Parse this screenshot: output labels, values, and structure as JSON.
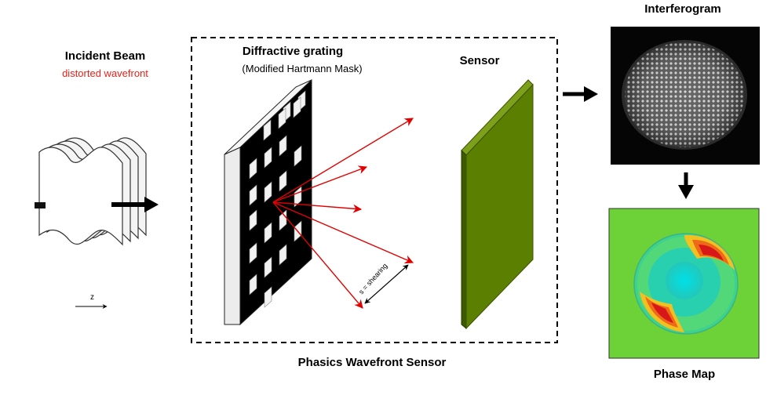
{
  "incident": {
    "title": "Incident Beam",
    "subtitle": "distorted  wavefront",
    "axis_label": "z"
  },
  "sensor_box": {
    "caption": "Phasics Wavefront Sensor"
  },
  "grating": {
    "title": "Diffractive grating",
    "subtitle": "(Modified Hartmann Mask)"
  },
  "sensor": {
    "label": "Sensor"
  },
  "shear": {
    "label": "s = shearing"
  },
  "interferogram": {
    "label": "Interferogram"
  },
  "phase_map": {
    "label": "Phase Map"
  },
  "colors": {
    "ray_red": "#e00000",
    "subtitle_red": "#e8211b",
    "sensor_green": "#5b7f00",
    "phase_background": "#6dd238"
  }
}
